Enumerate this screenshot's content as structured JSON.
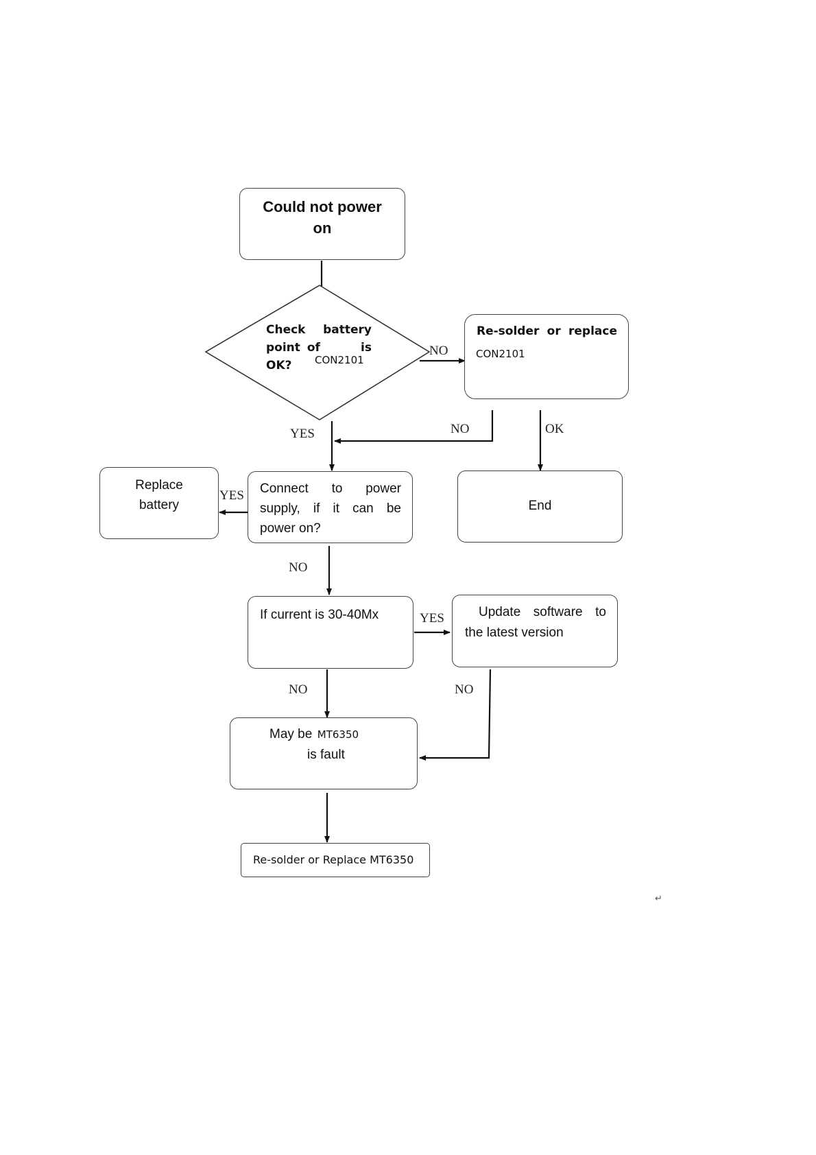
{
  "nodes": {
    "start": {
      "line1": "Could not power",
      "line2": "on"
    },
    "check_battery": {
      "w1": "Check",
      "w2": "battery",
      "w3": "point",
      "w4": "of",
      "w5": "is",
      "w6": "OK?",
      "code": "CON2101"
    },
    "resolder_con": {
      "w1": "Re-solder",
      "w2": "or",
      "w3": "replace",
      "code": "CON2101"
    },
    "replace_battery": {
      "line1": "Replace",
      "line2": "battery"
    },
    "connect_power": {
      "line1": [
        "Connect",
        "to",
        "power"
      ],
      "line2": [
        "supply,",
        "if",
        "it",
        "can",
        "be"
      ],
      "line3": "power on?"
    },
    "end": {
      "label": "End"
    },
    "current_check": {
      "label": "If current is 30-40Mx"
    },
    "update_software": {
      "line1": [
        "Update",
        "software",
        "to"
      ],
      "line2": "the latest version"
    },
    "mt_fault": {
      "prefix": "May be",
      "code": "MT6350",
      "line2": "is fault"
    },
    "resolder_mt": {
      "label": "Re-solder or Replace MT6350"
    }
  },
  "edge_labels": {
    "check_no": "NO",
    "check_yes": "YES",
    "resolder_no": "NO",
    "resolder_ok": "OK",
    "connect_yes": "YES",
    "connect_no": "NO",
    "current_yes": "YES",
    "current_no": "NO",
    "update_no": "NO"
  },
  "paragraph_mark": "↵"
}
